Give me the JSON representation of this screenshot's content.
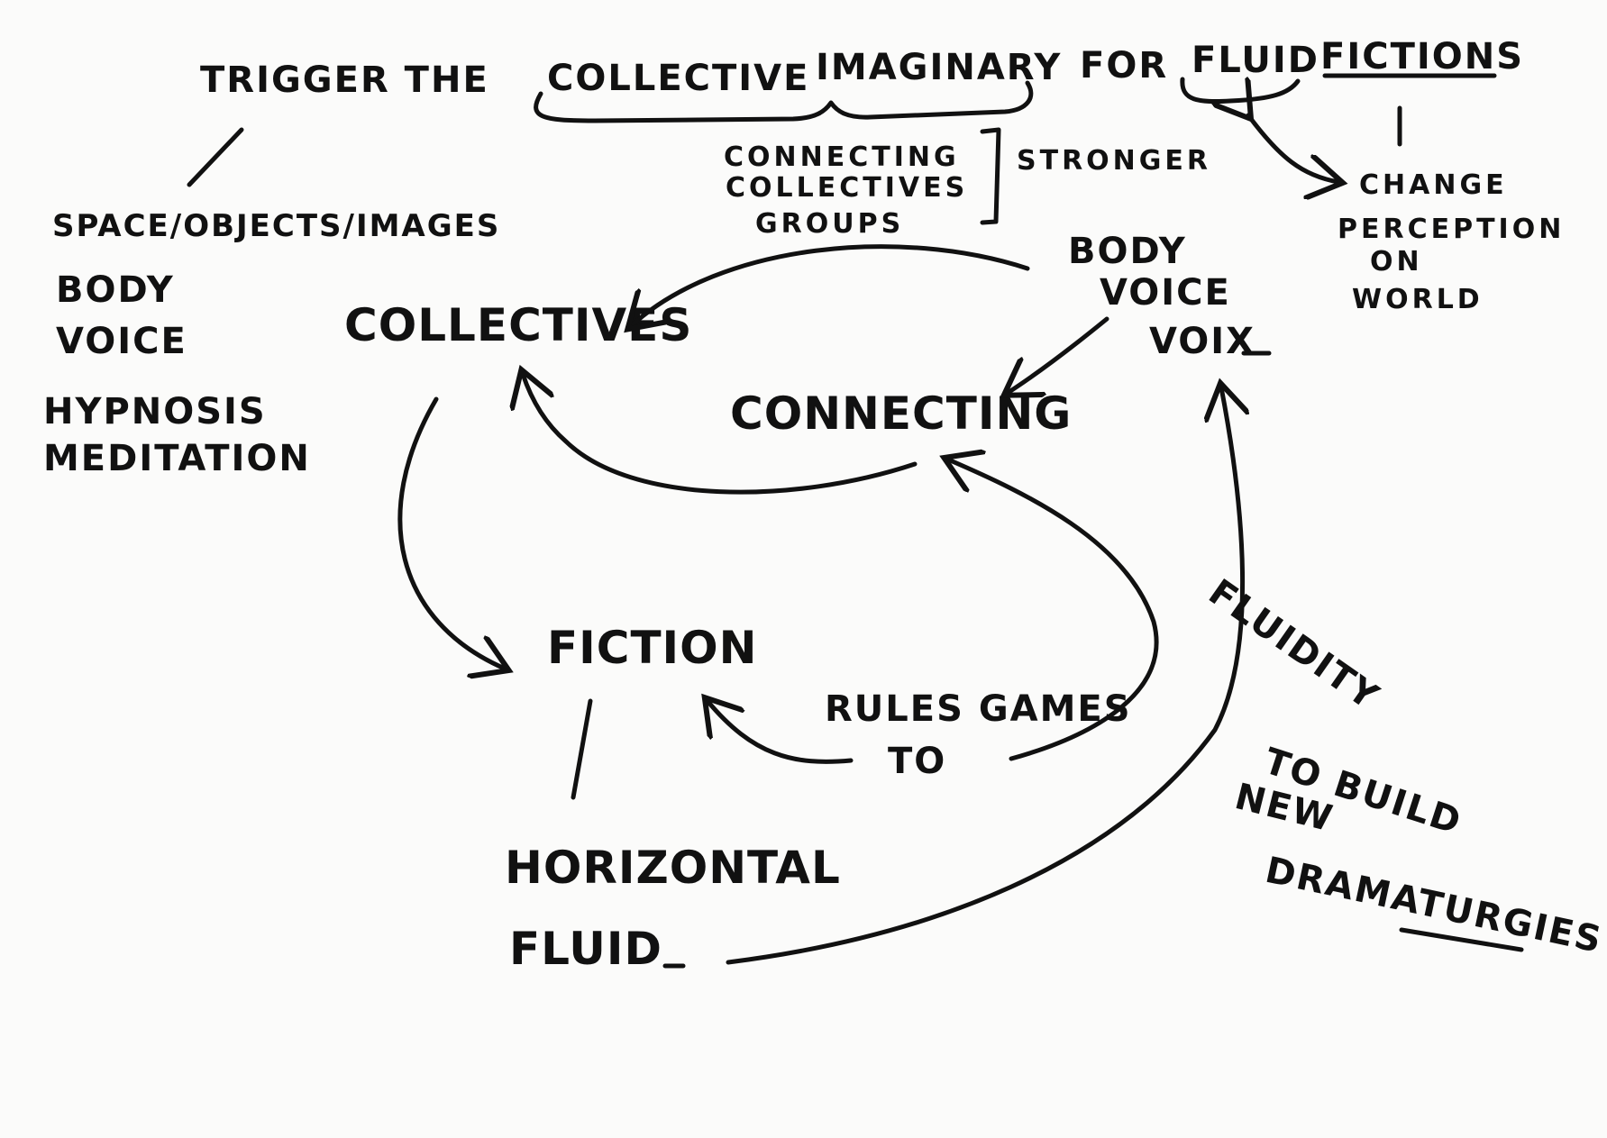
{
  "title": {
    "part1": "TRIGGER THE",
    "part2": "COLLECTIVE",
    "part3": "IMAGINARY",
    "part4": "FOR",
    "part5": "FLUID",
    "part6": "FICTIONS"
  },
  "left_list": [
    "SPACE/OBJECTS/IMAGES",
    "BODY",
    "VOICE",
    "HYPNOSIS",
    "MEDITATION"
  ],
  "connecting_note": {
    "lines": [
      "CONNECTING",
      "COLLECTIVES",
      "GROUPS"
    ],
    "side": "STRONGER"
  },
  "change_note": [
    "CHANGE",
    "PERCEPTION",
    "ON",
    "WORLD"
  ],
  "body_voice": [
    "BODY",
    "VOICE",
    "VOIX"
  ],
  "nodes": {
    "collectives": "COLLECTIVES",
    "connecting": "CONNECTING",
    "fiction": "FICTION",
    "rules_line1": "RULES GAMES",
    "rules_line2": "TO"
  },
  "horizontal": [
    "HORIZONTAL",
    "FLUID"
  ],
  "fluidity_note": [
    "FLUIDITY",
    "TO BUILD",
    "NEW",
    "DRAMATURGIES"
  ]
}
